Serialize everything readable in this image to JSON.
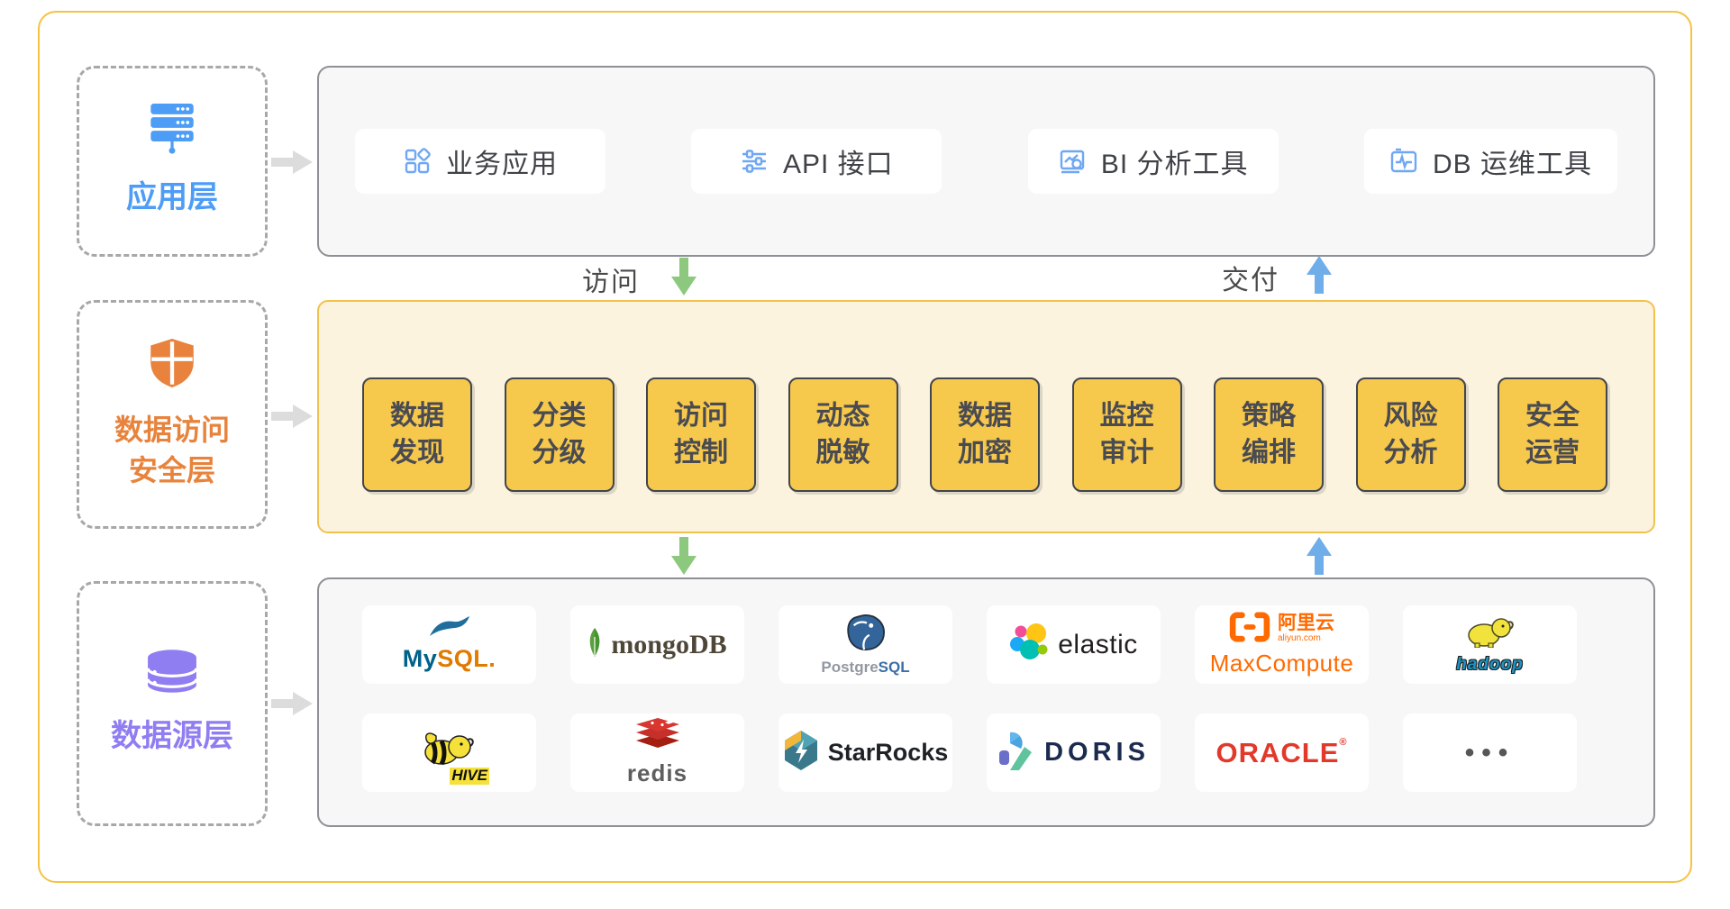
{
  "app_layer": {
    "label": "应用层",
    "items": [
      {
        "icon": "app-grid-icon",
        "label": "业务应用"
      },
      {
        "icon": "sliders-icon",
        "label": "API 接口"
      },
      {
        "icon": "bi-chart-icon",
        "label": "BI 分析工具"
      },
      {
        "icon": "db-monitor-icon",
        "label": "DB 运维工具"
      }
    ]
  },
  "flow": {
    "access": "访问",
    "deliver": "交付"
  },
  "security_layer": {
    "label_line1": "数据访问",
    "label_line2": "安全层",
    "modules": [
      {
        "l1": "数据",
        "l2": "发现"
      },
      {
        "l1": "分类",
        "l2": "分级"
      },
      {
        "l1": "访问",
        "l2": "控制"
      },
      {
        "l1": "动态",
        "l2": "脱敏"
      },
      {
        "l1": "数据",
        "l2": "加密"
      },
      {
        "l1": "监控",
        "l2": "审计"
      },
      {
        "l1": "策略",
        "l2": "编排"
      },
      {
        "l1": "风险",
        "l2": "分析"
      },
      {
        "l1": "安全",
        "l2": "运营"
      }
    ]
  },
  "source_layer": {
    "label": "数据源层",
    "logos": {
      "mysql": {
        "part1": "My",
        "part2": "SQL."
      },
      "mongodb": {
        "text": "mongoDB"
      },
      "postgresql": {
        "part1": "Postgre",
        "part2": "SQL"
      },
      "elastic": {
        "text": "elastic"
      },
      "maxcompute": {
        "brand": "阿里云",
        "domain": "aliyun.com",
        "text": "MaxCompute"
      },
      "hadoop": {
        "text": "hadoop"
      },
      "hive": {
        "text": "HIVE"
      },
      "redis": {
        "text": "redis"
      },
      "starrocks": {
        "text": "StarRocks"
      },
      "doris": {
        "text": "DORIS"
      },
      "oracle": {
        "text": "ORACLE",
        "reg": "®"
      },
      "more": {
        "text": "•••"
      }
    }
  },
  "colors": {
    "outer_border": "#F6C244",
    "app_accent": "#4D9DF7",
    "security_accent": "#E8833C",
    "source_accent": "#8F7EF2",
    "container_bg": "#F7F7F8",
    "container_border": "#8F9096",
    "security_bg": "#FCF3DE",
    "security_border": "#F1C14D",
    "module_bg": "#F6C84C",
    "module_border": "#41454D",
    "access_arrow": "#8CC87D",
    "deliver_arrow": "#6FAEE8",
    "checkpoint": "#A62A1E"
  }
}
